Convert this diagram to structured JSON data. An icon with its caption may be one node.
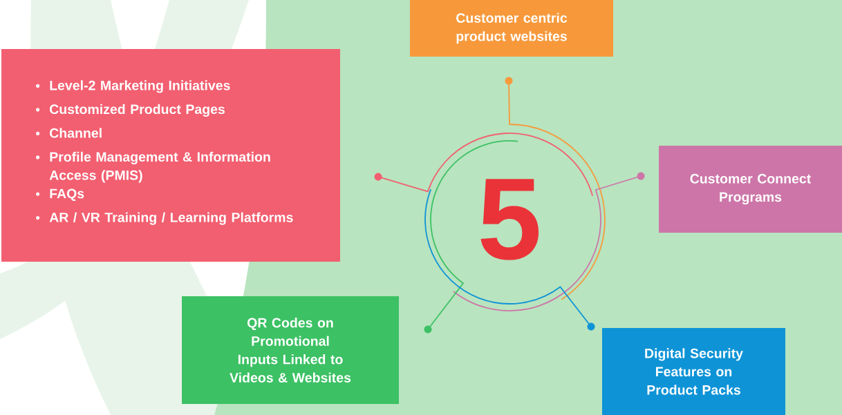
{
  "diagram": {
    "nodes": [
      {
        "text": [
          "Level-2 Marketing Initiatives",
          "Customized Product Pages",
          "Channel",
          "Profile Management & Information Access (PMIS)",
          "FAQs",
          "AR / VR Training / Learning Platforms"
        ]
      },
      {
        "text": [
          "Customer centric product websites"
        ]
      },
      {
        "text": [
          "Customer Connect Programs"
        ]
      },
      {
        "text": [
          "QR Codes on Promotional Inputs Linked to Videos & Websites"
        ]
      },
      {
        "text": [
          "Digital Security Features on Product Packs"
        ]
      }
    ],
    "labels": [
      "5"
    ]
  }
}
